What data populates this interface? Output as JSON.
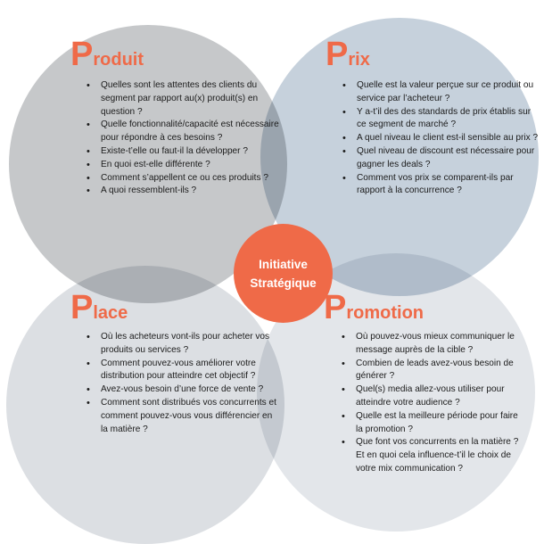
{
  "colors": {
    "accent": "#ef6a48",
    "produit": "#c6c8ca",
    "prix": "#c6d1dc",
    "place": "#dcdfe3",
    "promotion": "#e3e6ea"
  },
  "center": {
    "line1": "Initiative",
    "line2": "Stratégique"
  },
  "produit": {
    "initial": "P",
    "rest": "roduit",
    "items": [
      "Quelles sont les attentes des clients du segment par rapport au(x) produit(s) en question ?",
      "Quelle fonctionnalité/capacité est nécessaire pour répondre à ces besoins ?",
      "Existe-t’elle ou faut-il la développer ?",
      "En quoi est-elle différente ?",
      "Comment s’appellent ce ou ces produits ?",
      "A quoi ressemblent-ils ?"
    ]
  },
  "prix": {
    "initial": "P",
    "rest": "rix",
    "items": [
      "Quelle est la valeur perçue sur ce produit ou service par l’acheteur ?",
      "Y a-t’il des des standards de prix établis sur ce segment de marché ?",
      "A quel niveau le client est-il sensible au prix ?",
      "Quel niveau de discount est nécessaire pour gagner les deals ?",
      "Comment vos prix se comparent-ils par rapport à la concurrence ?"
    ]
  },
  "place": {
    "initial": "P",
    "rest": "lace",
    "items": [
      "Où les acheteurs vont-ils pour acheter vos produits ou services ?",
      "Comment pouvez-vous améliorer votre distribution pour atteindre cet objectif ?",
      "Avez-vous besoin d’une force de vente ?",
      "Comment sont distribués vos concurrents et comment pouvez-vous vous différencier en la matière ?"
    ]
  },
  "promotion": {
    "initial": "P",
    "rest": "romotion",
    "items": [
      "Où pouvez-vous mieux communiquer le message auprès de la cible ?",
      "Combien de leads avez-vous besoin de générer ?",
      "Quel(s) media allez-vous utiliser pour atteindre votre audience ?",
      "Quelle est la meilleure période pour  faire la promotion ?",
      "Que font vos concurrents en la matière ? Et en quoi cela influence-t’il le choix de votre mix communication ?"
    ]
  }
}
